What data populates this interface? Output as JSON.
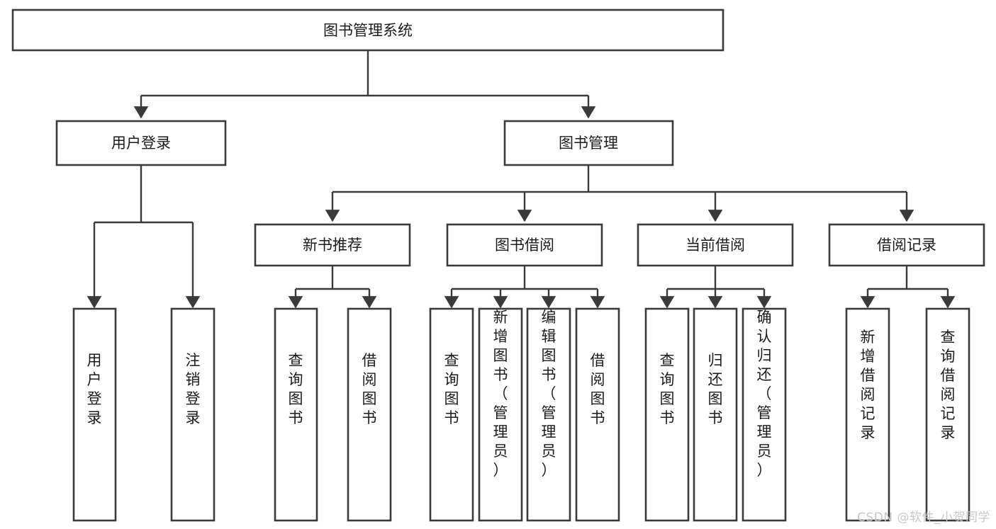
{
  "diagram": {
    "type": "tree-hierarchy",
    "title": "图书管理系统",
    "watermark": "CSDN @软件_小贺同学",
    "levels": {
      "level1": [
        {
          "id": "root",
          "label": "图书管理系统",
          "orientation": "horizontal"
        }
      ],
      "level2": [
        {
          "id": "user-login",
          "label": "用户登录",
          "orientation": "horizontal",
          "parent": "root"
        },
        {
          "id": "book-manage",
          "label": "图书管理",
          "orientation": "horizontal",
          "parent": "root"
        }
      ],
      "level3": [
        {
          "id": "new-book-rec",
          "label": "新书推荐",
          "orientation": "horizontal",
          "parent": "book-manage"
        },
        {
          "id": "book-borrow",
          "label": "图书借阅",
          "orientation": "horizontal",
          "parent": "book-manage"
        },
        {
          "id": "current-borrow",
          "label": "当前借阅",
          "orientation": "horizontal",
          "parent": "book-manage"
        },
        {
          "id": "borrow-record",
          "label": "借阅记录",
          "orientation": "horizontal",
          "parent": "book-manage"
        }
      ],
      "level4": [
        {
          "id": "leaf-user-login",
          "label": "用户登录",
          "orientation": "vertical",
          "parent": "user-login"
        },
        {
          "id": "leaf-logout",
          "label": "注销登录",
          "orientation": "vertical",
          "parent": "user-login"
        },
        {
          "id": "leaf-query-book-1",
          "label": "查询图书",
          "orientation": "vertical",
          "parent": "new-book-rec"
        },
        {
          "id": "leaf-borrow-book-1",
          "label": "借阅图书",
          "orientation": "vertical",
          "parent": "new-book-rec"
        },
        {
          "id": "leaf-query-book-2",
          "label": "查询图书",
          "orientation": "vertical",
          "parent": "book-borrow"
        },
        {
          "id": "leaf-add-book",
          "label": "新增图书（管理员）",
          "orientation": "vertical",
          "parent": "book-borrow"
        },
        {
          "id": "leaf-edit-book",
          "label": "编辑图书（管理员）",
          "orientation": "vertical",
          "parent": "book-borrow"
        },
        {
          "id": "leaf-borrow-book-2",
          "label": "借阅图书",
          "orientation": "vertical",
          "parent": "book-borrow"
        },
        {
          "id": "leaf-query-book-3",
          "label": "查询图书",
          "orientation": "vertical",
          "parent": "current-borrow"
        },
        {
          "id": "leaf-return-book",
          "label": "归还图书",
          "orientation": "vertical",
          "parent": "current-borrow"
        },
        {
          "id": "leaf-confirm-return",
          "label": "确认归还（管理员）",
          "orientation": "vertical",
          "parent": "current-borrow"
        },
        {
          "id": "leaf-add-record",
          "label": "新增借阅记录",
          "orientation": "vertical",
          "parent": "borrow-record"
        },
        {
          "id": "leaf-query-record",
          "label": "查询借阅记录",
          "orientation": "vertical",
          "parent": "borrow-record"
        }
      ]
    },
    "colors": {
      "stroke": "#3a3a3a",
      "fill": "#ffffff",
      "text": "#1b1b1b",
      "watermark": "#c8c8c8"
    }
  }
}
